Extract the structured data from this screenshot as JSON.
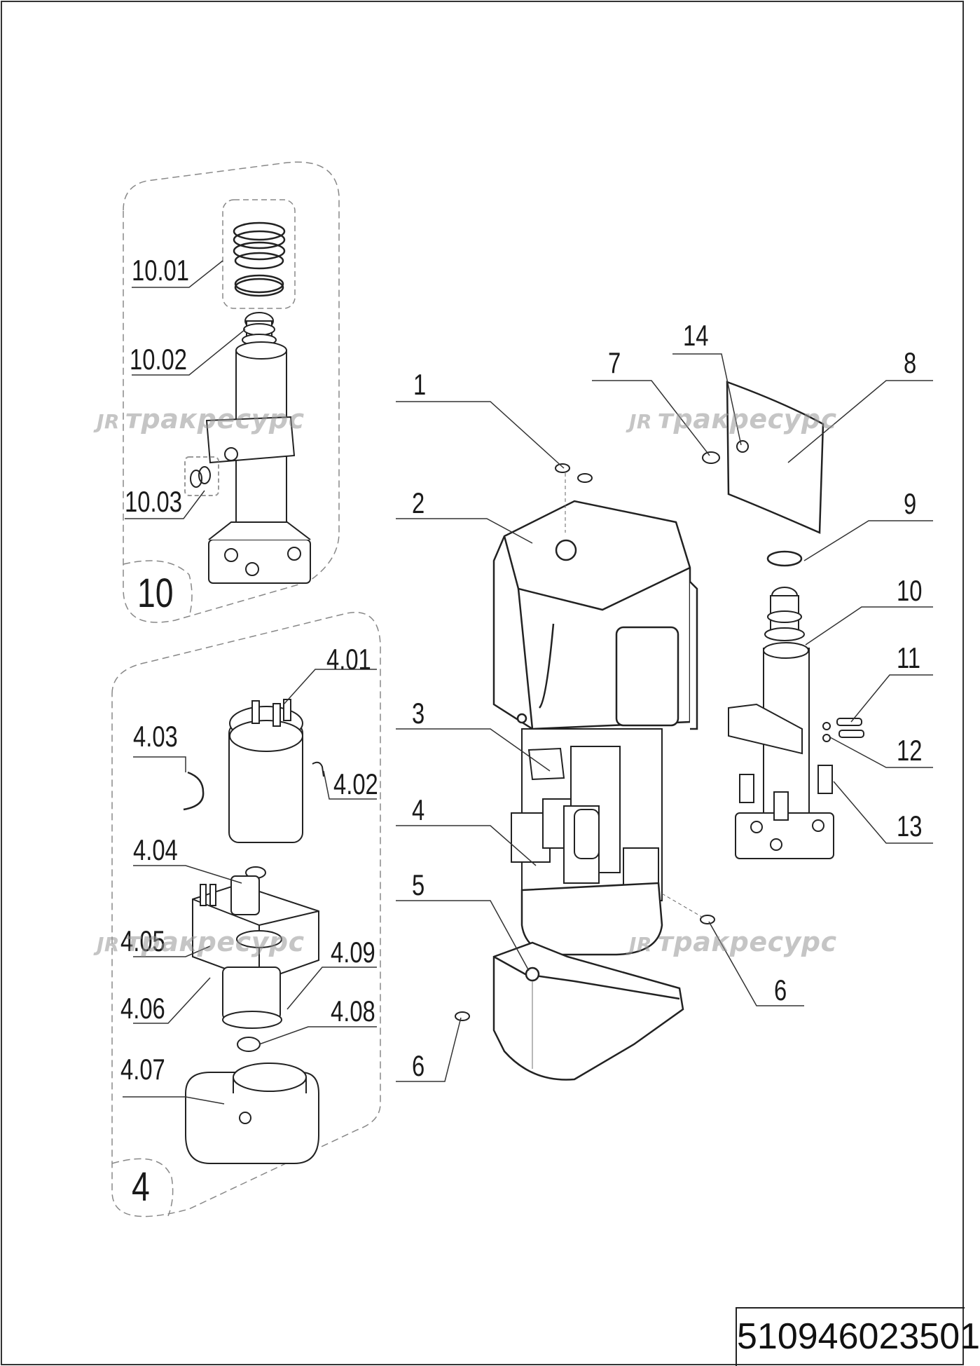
{
  "document_number": "510946023501",
  "groups": {
    "assembly_10": "10",
    "assembly_4": "4"
  },
  "watermark": {
    "logo": "JR",
    "text": "тракресурс"
  },
  "labels": {
    "l10_01": "10.01",
    "l10_02": "10.02",
    "l10_03": "10.03",
    "l4_01": "4.01",
    "l4_02": "4.02",
    "l4_03": "4.03",
    "l4_04": "4.04",
    "l4_05": "4.05",
    "l4_06": "4.06",
    "l4_07": "4.07",
    "l4_08": "4.08",
    "l4_09": "4.09",
    "l1": "1",
    "l2": "2",
    "l3": "3",
    "l4": "4",
    "l5": "5",
    "l6a": "6",
    "l6b": "6",
    "l7": "7",
    "l8": "8",
    "l9": "9",
    "l10": "10",
    "l11": "11",
    "l12": "12",
    "l13": "13",
    "l14": "14"
  }
}
